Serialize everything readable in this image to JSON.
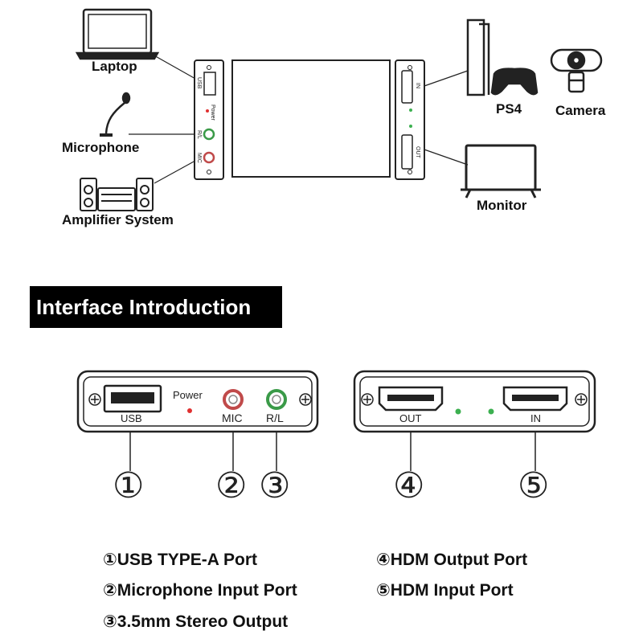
{
  "devices": {
    "laptop": "Laptop",
    "microphone": "Microphone",
    "amplifier": "Amplifier System",
    "ps4": "PS4",
    "camera": "Camera",
    "monitor": "Monitor"
  },
  "top_box": {
    "left_panel": {
      "usb": "USB",
      "power": "Power",
      "rl": "R/L",
      "mic": "MIC"
    },
    "right_panel": {
      "in": "IN",
      "out": "OUT"
    }
  },
  "banner": {
    "title": "Interface Introduction"
  },
  "left_panel": {
    "usb": "USB",
    "power": "Power",
    "mic": "MIC",
    "rl": "R/L"
  },
  "right_panel": {
    "out": "OUT",
    "in": "IN"
  },
  "callouts": [
    "①",
    "②",
    "③",
    "④",
    "⑤"
  ],
  "legend": [
    "①USB TYPE-A Port",
    "②Microphone Input Port",
    "③3.5mm Stereo Output",
    "④HDM Output Port",
    "⑤HDM Input Port"
  ],
  "colors": {
    "led_power": "#e03030",
    "led_status": "#3cb050",
    "rl_ring": "#3a9a48",
    "mic_ring": "#c04a4a"
  }
}
